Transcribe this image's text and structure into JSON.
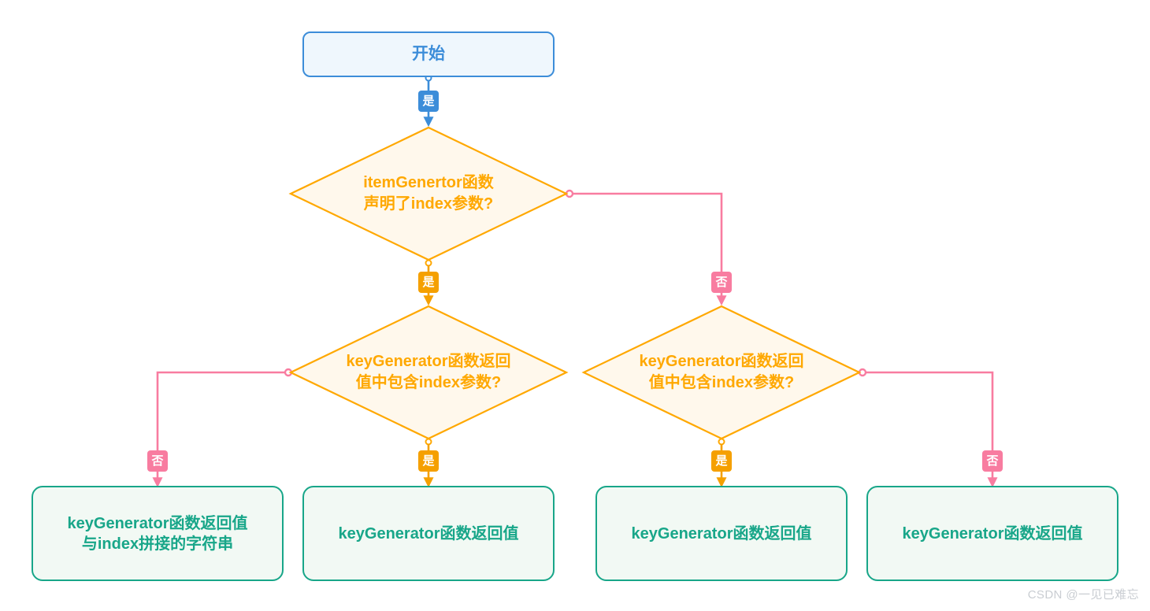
{
  "diagram": {
    "type": "flowchart",
    "title": "",
    "watermark": "CSDN @一见已难忘",
    "colors": {
      "start_stroke": "#3C8DD9",
      "start_fill": "#EFF7FD",
      "decision_stroke": "#FFA800",
      "decision_fill": "#FFF8EC",
      "result_stroke": "#18A689",
      "result_fill": "#F2F9F4",
      "yes_edge_blue": "#3C8DD9",
      "yes_edge_orange": "#F5A000",
      "no_edge_pink": "#F87CA0"
    },
    "nodes": {
      "start": {
        "label": "开始",
        "shape": "rounded-rect"
      },
      "decision1": {
        "label": "itemGenertor函数\n声明了index参数?",
        "shape": "diamond"
      },
      "decision2": {
        "label": "keyGenerator函数返回\n值中包含index参数?",
        "shape": "diamond"
      },
      "decision3": {
        "label": "keyGenerator函数返回\n值中包含index参数?",
        "shape": "diamond"
      },
      "result1": {
        "label": "keyGenerator函数返回值\n与index拼接的字符串",
        "shape": "rounded-rect"
      },
      "result2": {
        "label": "keyGenerator函数返回值",
        "shape": "rounded-rect"
      },
      "result3": {
        "label": "keyGenerator函数返回值",
        "shape": "rounded-rect"
      },
      "result4": {
        "label": "keyGenerator函数返回值",
        "shape": "rounded-rect"
      }
    },
    "edges": [
      {
        "id": "e1",
        "from": "start",
        "to": "decision1",
        "label": "是",
        "color": "#3C8DD9"
      },
      {
        "id": "e2",
        "from": "decision1",
        "to": "decision2",
        "label": "是",
        "color": "#F5A000"
      },
      {
        "id": "e3",
        "from": "decision1",
        "to": "decision3",
        "label": "否",
        "color": "#F87CA0"
      },
      {
        "id": "e4",
        "from": "decision2",
        "to": "result2",
        "label": "是",
        "color": "#F5A000"
      },
      {
        "id": "e5",
        "from": "decision2",
        "to": "result1",
        "label": "否",
        "color": "#F87CA0"
      },
      {
        "id": "e6",
        "from": "decision3",
        "to": "result3",
        "label": "是",
        "color": "#F5A000"
      },
      {
        "id": "e7",
        "from": "decision3",
        "to": "result4",
        "label": "否",
        "color": "#F87CA0"
      }
    ]
  }
}
